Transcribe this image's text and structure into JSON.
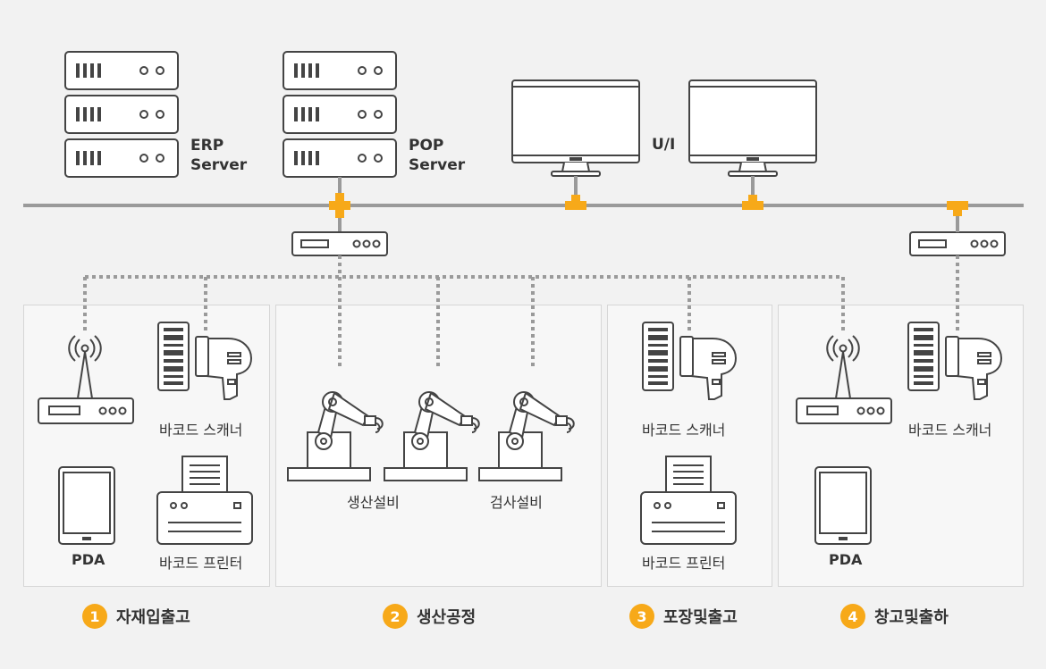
{
  "servers": {
    "erp": "ERP\nServer",
    "pop": "POP\nServer"
  },
  "ui_label": "U/I",
  "zones": {
    "z1": {
      "scanner": "바코드 스캐너",
      "pda": "PDA",
      "printer": "바코드 프린터"
    },
    "z2": {
      "production": "생산설비",
      "inspection": "검사설비"
    },
    "z3": {
      "scanner": "바코드 스캐너",
      "printer": "바코드 프린터"
    },
    "z4": {
      "scanner": "바코드 스캐너",
      "pda": "PDA"
    }
  },
  "stages": [
    {
      "num": "1",
      "label": "자재입출고"
    },
    {
      "num": "2",
      "label": "생산공정"
    },
    {
      "num": "3",
      "label": "포장및출고"
    },
    {
      "num": "4",
      "label": "창고및출하"
    }
  ],
  "colors": {
    "accent": "#f7a919",
    "line": "#9a9a9a",
    "icon": "#444444",
    "background": "#f2f2f2"
  }
}
